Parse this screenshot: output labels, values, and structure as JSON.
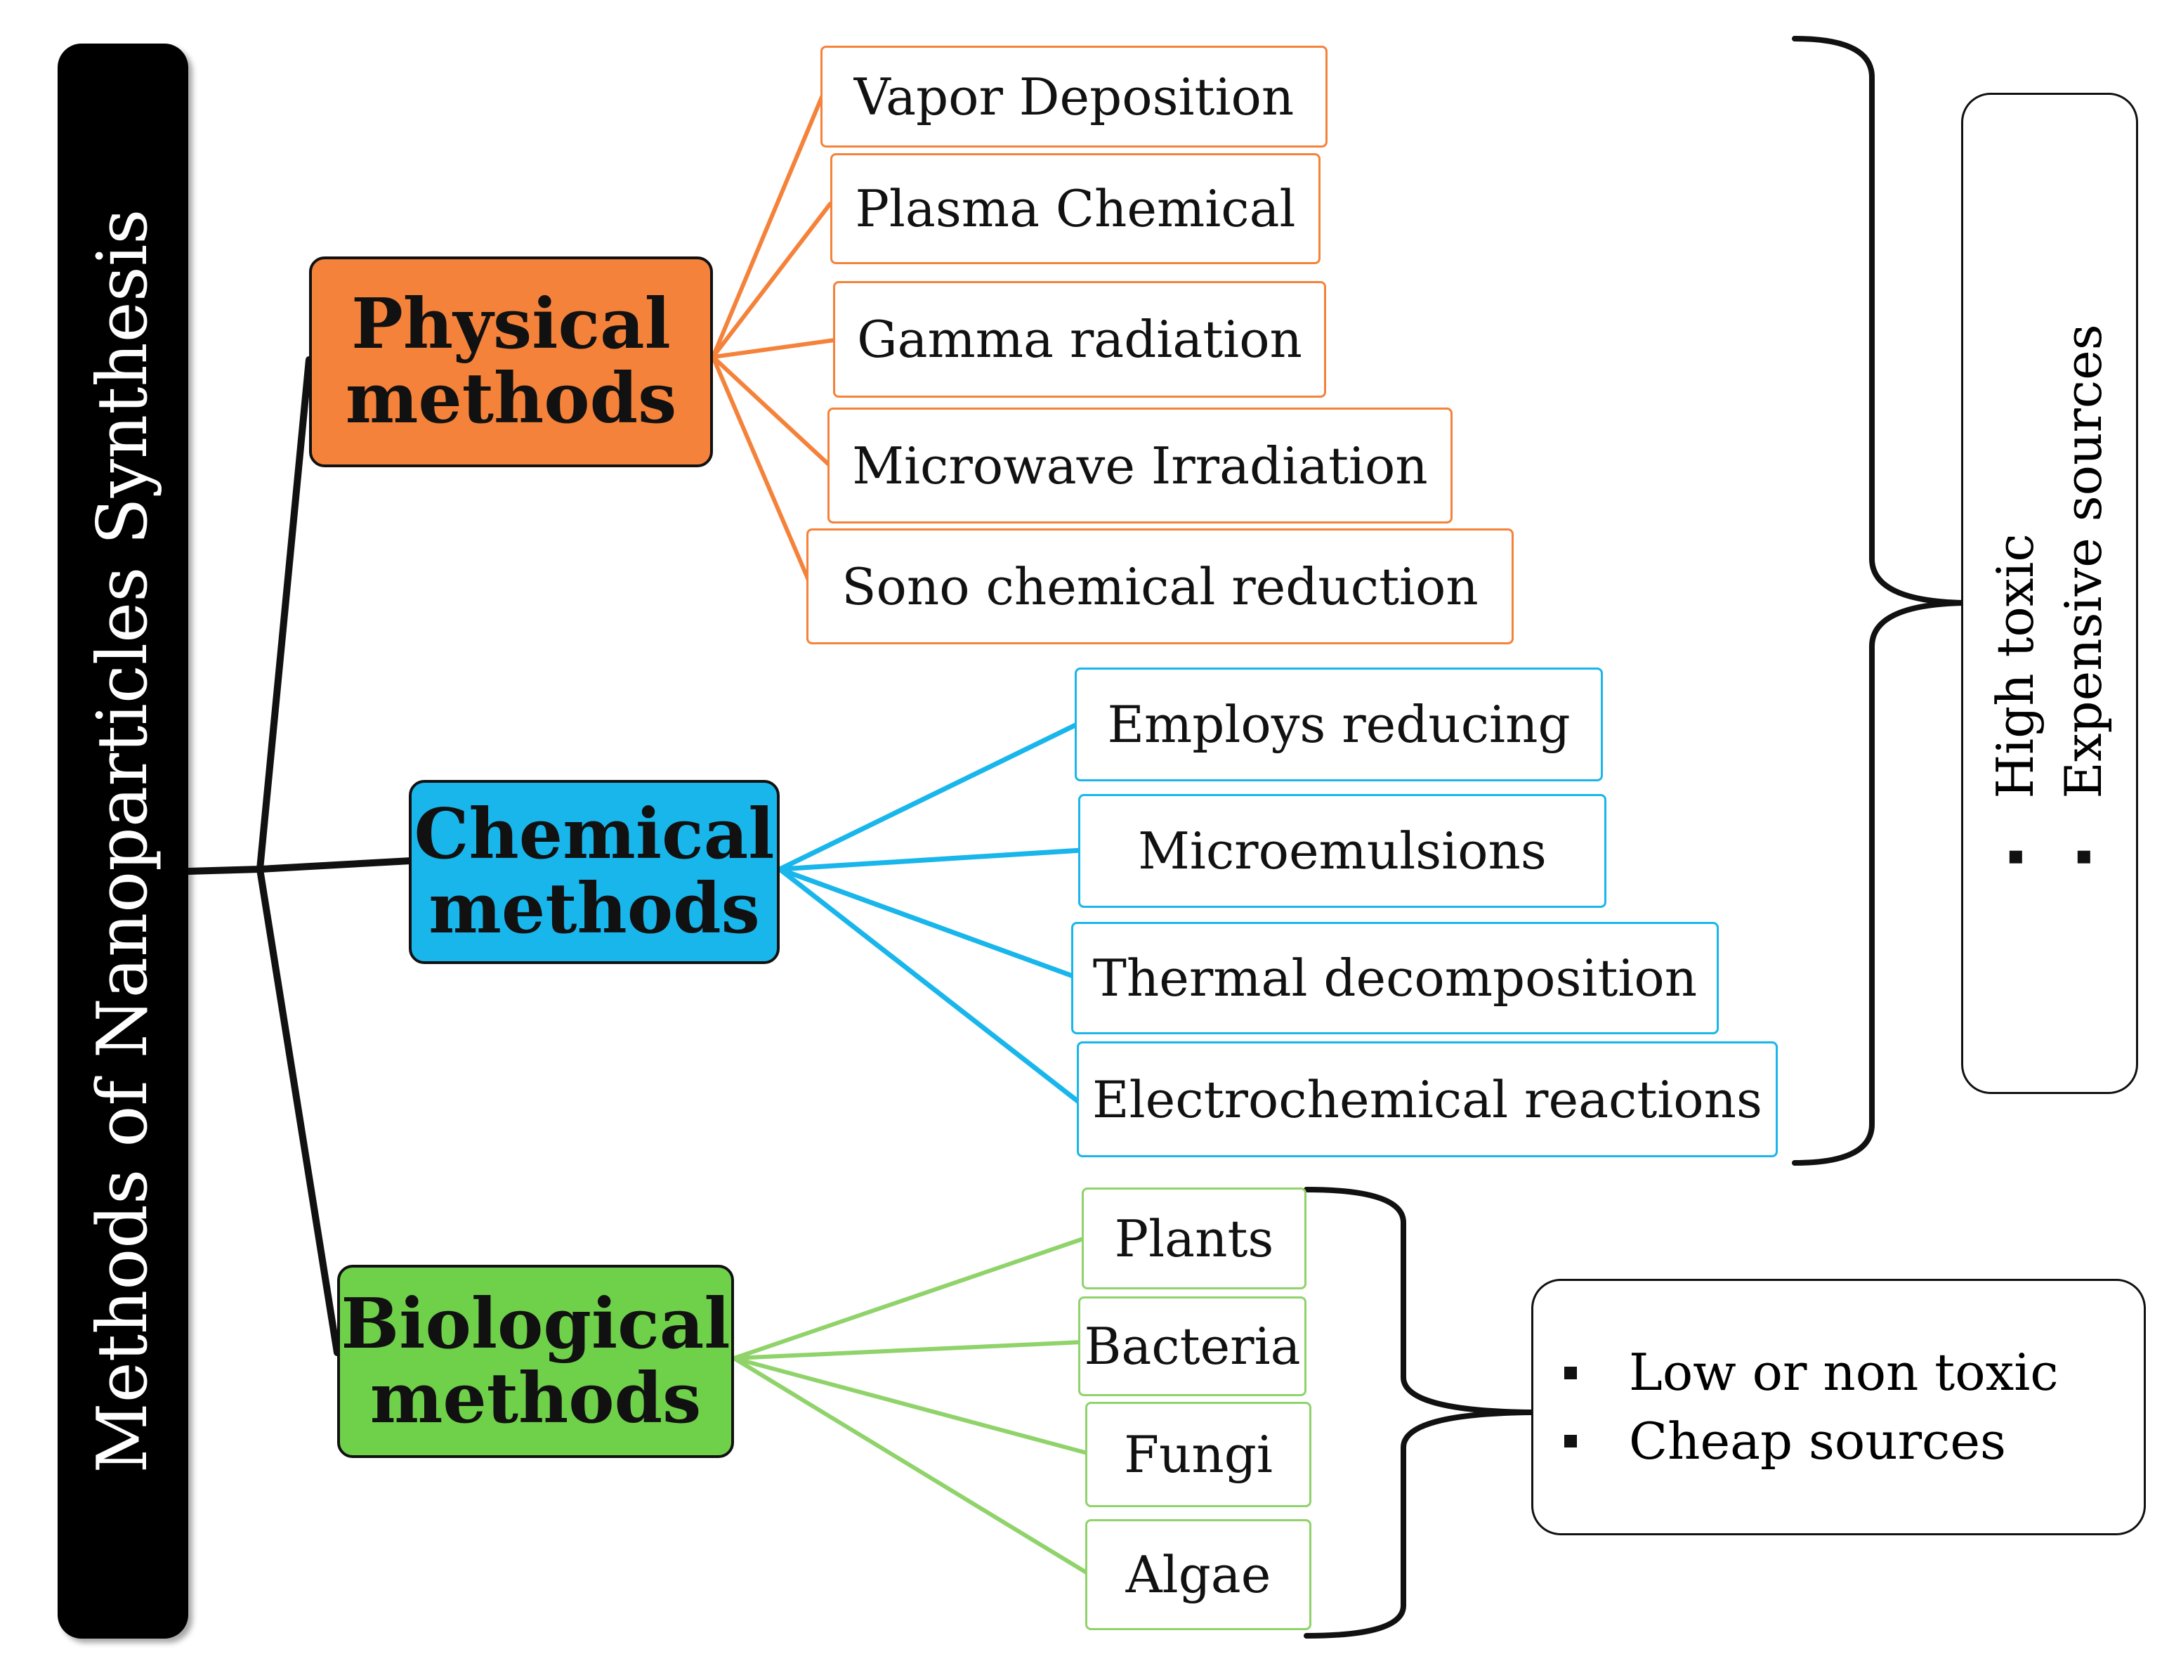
{
  "root": {
    "title": "Methods of Nanoparticles Synthesis"
  },
  "colors": {
    "physical": "#f5823a",
    "chemical": "#19b6ec",
    "biological": "#6fd04a",
    "root": "#000000"
  },
  "categories": [
    {
      "line1": "Physical",
      "line2": "methods",
      "items": [
        "Vapor Deposition",
        "Plasma Chemical",
        "Gamma radiation",
        "Microwave Irradiation",
        "Sono chemical reduction"
      ]
    },
    {
      "line1": "Chemical",
      "line2": "methods",
      "items": [
        "Employs reducing",
        "Microemulsions",
        "Thermal decomposition",
        "Electrochemical reactions"
      ]
    },
    {
      "line1": "Biological",
      "line2": "methods",
      "items": [
        "Plants",
        "Bacteria",
        "Fungi",
        "Algae"
      ]
    }
  ],
  "notes": {
    "physical_chemical": [
      "High toxic",
      "Expensive sources"
    ],
    "biological": [
      "Low or non toxic",
      "Cheap sources"
    ]
  }
}
